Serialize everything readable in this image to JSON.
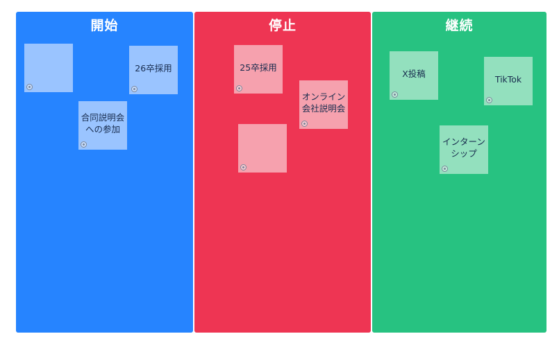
{
  "columns": {
    "start": {
      "title": "開始",
      "notes": [
        "",
        "26卒採用",
        "合同説明会\nへの参加"
      ]
    },
    "stop": {
      "title": "停止",
      "notes": [
        "25卒採用",
        "オンライン\n会社説明会",
        ""
      ]
    },
    "continue": {
      "title": "継続",
      "notes": [
        "X投稿",
        "TikTok",
        "インターン\nシップ"
      ]
    }
  },
  "colors": {
    "start_column": "#2684ff",
    "stop_column": "#ee3553",
    "continue_column": "#27c281",
    "start_note": "#9ac4ff",
    "stop_note": "#f6a1ae",
    "continue_note": "#93e0be"
  },
  "icons": {
    "note_corner": "vote-icon"
  }
}
